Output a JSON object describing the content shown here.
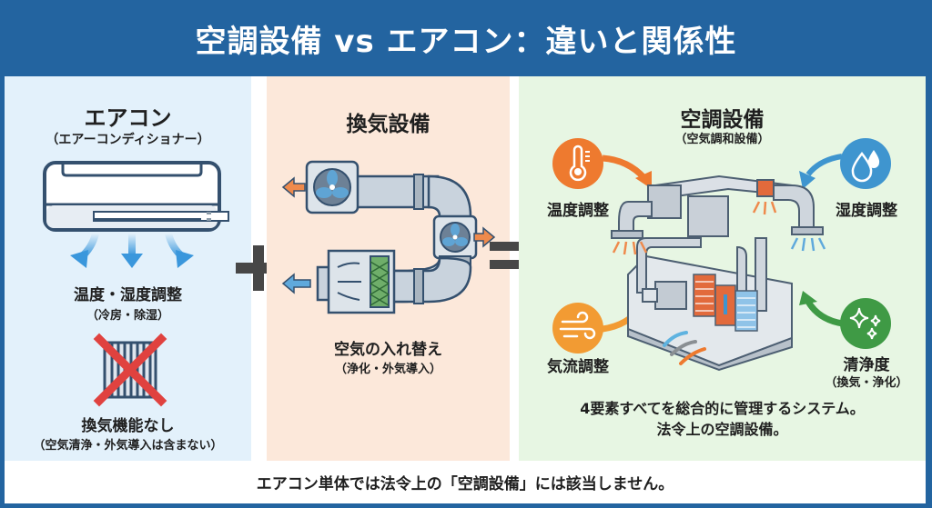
{
  "header": {
    "title": "空調設備 vs エアコン：違いと関係性"
  },
  "colors": {
    "frame": "#2364a0",
    "left_panel": "#e3f1fb",
    "middle_panel": "#fce8da",
    "right_panel": "#e7f6e3",
    "temperature_accent": "#ee7a2f",
    "humidity_accent": "#3f95cf",
    "airflow_accent": "#f29b33",
    "cleanliness_accent": "#3f9a45",
    "no_mark": "#e0423f"
  },
  "left_panel": {
    "title": "エアコン",
    "subtitle": "（エアーコンディショナー）",
    "icon": "air-conditioner-icon",
    "function_label": "温度・湿度調整",
    "function_note": "（冷房・除湿）",
    "no_icon": "crossed-out-filter-icon",
    "missing_label": "換気機能なし",
    "missing_note": "（空気清浄・外気導入は含まない）"
  },
  "operator_plus": "+",
  "middle_panel": {
    "title": "換気設備",
    "icon": "ventilation-duct-fan-icon",
    "function_label": "空気の入れ替え",
    "function_note": "（浄化・外気導入）"
  },
  "operator_equals": "=",
  "right_panel": {
    "title": "空調設備",
    "subtitle": "（空気調和設備）",
    "center_icon": "hvac-system-icon",
    "elements": [
      {
        "label": "温度調整",
        "note": "",
        "icon": "thermometer-icon"
      },
      {
        "label": "湿度調整",
        "note": "",
        "icon": "water-drops-icon"
      },
      {
        "label": "気流調整",
        "note": "",
        "icon": "wind-icon"
      },
      {
        "label": "清浄度",
        "note": "（換気・浄化）",
        "icon": "sparkle-icon"
      }
    ],
    "summary_line1": "4要素すべてを総合的に管理するシステム。",
    "summary_line2": "法令上の空調設備。"
  },
  "footer": {
    "note": "エアコン単体では法令上の「空調設備」には該当しません。"
  }
}
